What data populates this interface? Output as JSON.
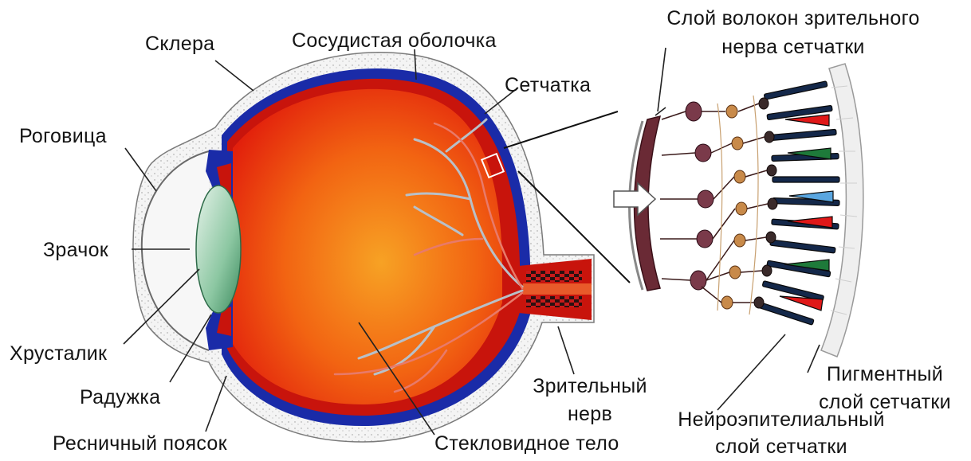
{
  "labels": {
    "sclera": "Склера",
    "choroid": "Сосудистая оболочка",
    "retina": "Сетчатка",
    "cornea": "Роговица",
    "pupil": "Зрачок",
    "lens": "Хрусталик",
    "iris": "Радужка",
    "ciliary": "Ресничный поясок",
    "vitreous": "Стекловидное тело",
    "optic_nerve_1": "Зрительный",
    "optic_nerve_2": "нерв",
    "nerve_fiber_1": "Слой волокон зрительного",
    "nerve_fiber_2": "нерва сетчатки",
    "pigment_1": "Пигментный",
    "pigment_2": "слой сетчатки",
    "neuro_1": "Нейроэпителиальный",
    "neuro_2": "слой сетчатки"
  },
  "colors": {
    "vitreous_red": "#e8220c",
    "vitreous_orange": "#f58a10",
    "choroid_blue": "#1a2ba8",
    "retina_red": "#c8140c",
    "lens_green": "#4f9a6e",
    "sclera_gray": "#f0f0f0",
    "vessel_gray": "#b8c0c8",
    "cell_dark_red": "#5a1a24",
    "cone_red": "#e01818",
    "cone_green": "#1e7a3a",
    "cone_blue": "#5aa6e0"
  }
}
